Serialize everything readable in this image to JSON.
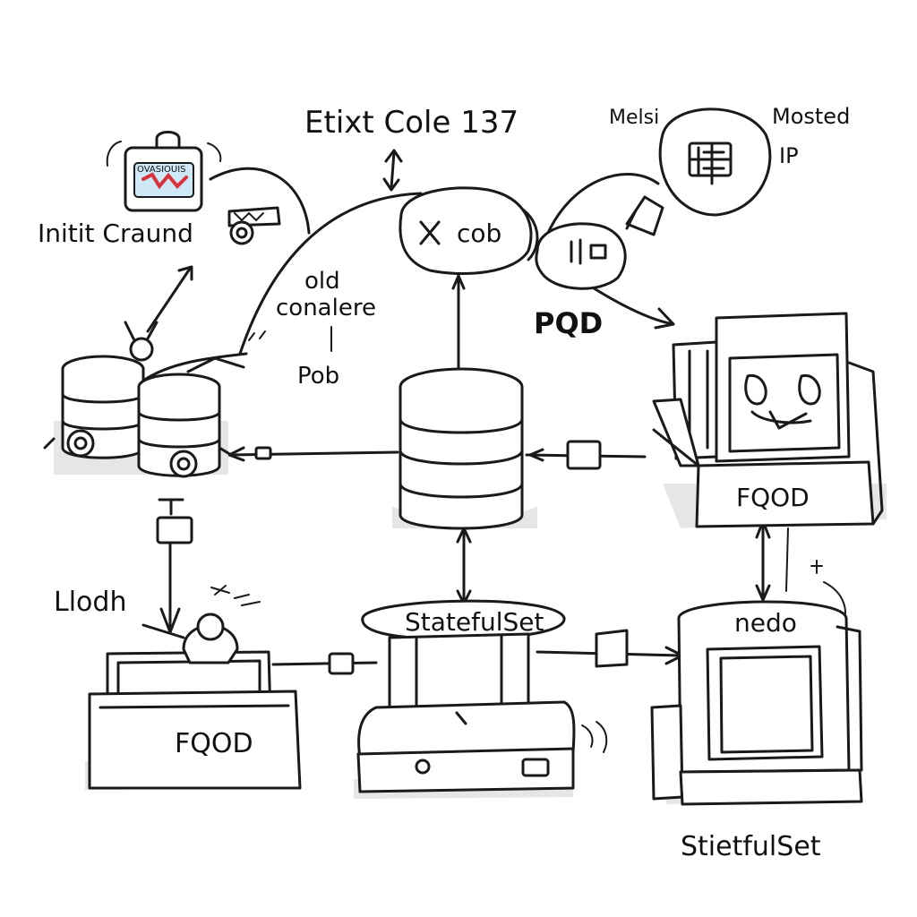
{
  "colors": {
    "ink": "#1a1a1a",
    "paper": "#ffffff",
    "shade": "#e6e6e6",
    "accent_red": "#d8323c",
    "accent_blue": "#3a7fb0"
  },
  "labels": {
    "exit_code": "Etixt Cole 137",
    "initial_crash": "Initit Craund",
    "old_container": "old",
    "old_container_2": "conalere",
    "pob": "Pob",
    "cob": "cob",
    "mels": "Melsi",
    "mosted": "Mosted",
    "ip": "IP",
    "pqd": "PQD",
    "fqod_right": "FQOD",
    "fqod_left": "FQOD",
    "llodh": "Llodh",
    "statefulset_top": "StatefulSet",
    "nedo": "nedo",
    "statefulset_bottom": "StietfulSet",
    "badge_text": "OVASIOUIS"
  },
  "icons": [
    "padlock-icon",
    "camera-icon",
    "database-icon",
    "x-mark-icon",
    "monitor-icon",
    "server-icon",
    "plug-icon",
    "pod-ellipse-icon"
  ]
}
